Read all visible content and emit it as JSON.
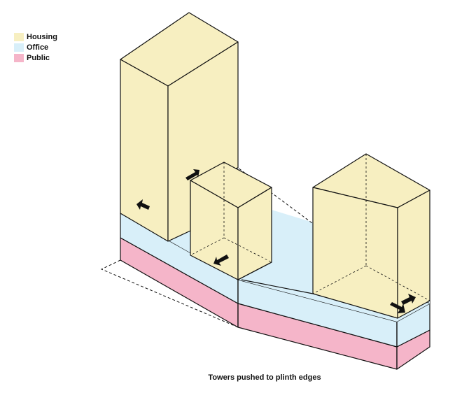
{
  "legend": [
    {
      "label": "Housing",
      "color": "#f7efc1"
    },
    {
      "label": "Office",
      "color": "#d8eff9"
    },
    {
      "label": "Public",
      "color": "#f5b5c9"
    }
  ],
  "caption": "Towers pushed to plinth edges",
  "colors": {
    "housing": "#f7efc1",
    "office": "#d8eff9",
    "public": "#f5b5c9",
    "outline": "#111111",
    "arrow": "#111111"
  }
}
